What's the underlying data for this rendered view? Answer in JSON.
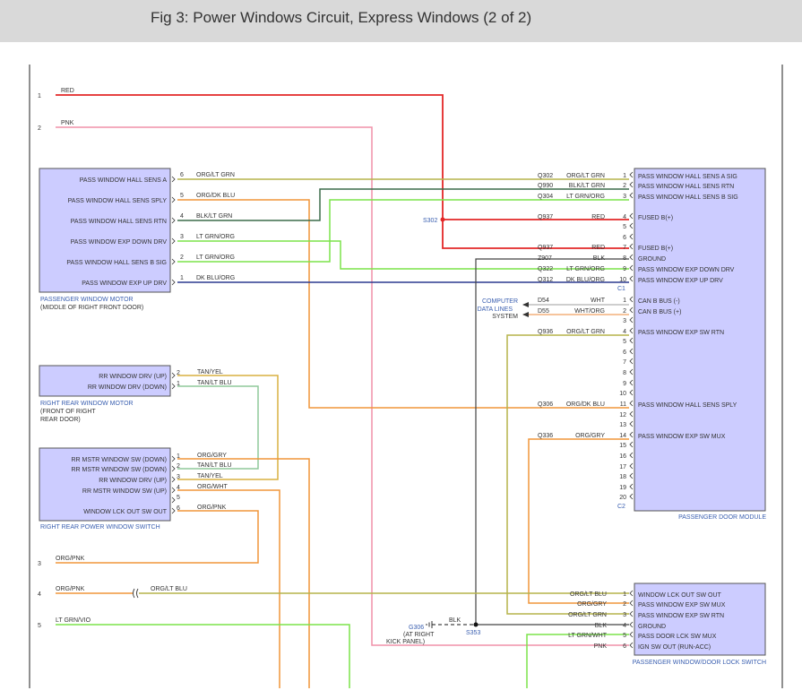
{
  "title": "Fig 3: Power Windows Circuit, Express Windows (2 of 2)",
  "colors": {
    "red": "#e32727",
    "pink": "#f090a8",
    "olive": "#b5b34a",
    "orange": "#f0953a",
    "green": "#7be34a",
    "blue": "#2b3a8f",
    "darkgreen": "#3c6b4a",
    "black": "#222222",
    "lightgreen": "#8fc89a",
    "box": "#ccccff",
    "link": "#3a5fb0"
  },
  "left_feeds": [
    {
      "num": "1",
      "label": "RED"
    },
    {
      "num": "2",
      "label": "PNK"
    },
    {
      "num": "3",
      "label": "ORG/PNK"
    },
    {
      "num": "4",
      "label": "ORG/PNK",
      "label2": "ORG/LT BLU"
    },
    {
      "num": "5",
      "label": "LT GRN/VIO"
    }
  ],
  "pwm": {
    "pins": [
      {
        "label": "PASS WINDOW HALL SENS A",
        "pin": "6",
        "wire": "ORG/LT GRN"
      },
      {
        "label": "PASS WINDOW HALL SENS SPLY",
        "pin": "5",
        "wire": "ORG/DK BLU"
      },
      {
        "label": "PASS WINDOW HALL SENS RTN",
        "pin": "4",
        "wire": "BLK/LT GRN"
      },
      {
        "label": "PASS WINDOW EXP DOWN DRV",
        "pin": "3",
        "wire": "LT GRN/ORG"
      },
      {
        "label": "PASS WINDOW HALL SENS B SIG",
        "pin": "2",
        "wire": "LT GRN/ORG"
      },
      {
        "label": "PASS WINDOW EXP UP DRV",
        "pin": "1",
        "wire": "DK BLU/ORG"
      }
    ],
    "name": "PASSENGER WINDOW MOTOR",
    "sub": "(MIDDLE OF RIGHT FRONT DOOR)"
  },
  "rrm": {
    "pins": [
      {
        "label": "RR WINDOW DRV (UP)",
        "pin": "2",
        "wire": "TAN/YEL"
      },
      {
        "label": "RR WINDOW DRV (DOWN)",
        "pin": "1",
        "wire": "TAN/LT BLU"
      }
    ],
    "name": "RIGHT REAR WINDOW MOTOR",
    "sub1": "(FRONT OF RIGHT",
    "sub2": "REAR DOOR)"
  },
  "rrs": {
    "pins": [
      {
        "label": "RR MSTR WINDOW SW (DOWN)",
        "pin": "1",
        "wire": "ORG/GRY"
      },
      {
        "label": "RR MSTR WINDOW SW (DOWN)",
        "pin": "2",
        "wire": "TAN/LT BLU"
      },
      {
        "label": "RR WINDOW DRV (UP)",
        "pin": "3",
        "wire": "TAN/YEL"
      },
      {
        "label": "RR MSTR WINDOW SW (UP)",
        "pin": "4",
        "wire": "ORG/WHT"
      },
      {
        "label": "",
        "pin": "5",
        "wire": ""
      },
      {
        "label": "WINDOW LCK OUT SW OUT",
        "pin": "6",
        "wire": "ORG/PNK"
      }
    ],
    "name": "RIGHT REAR POWER WINDOW SWITCH"
  },
  "pdm": {
    "c1": [
      {
        "pin": "1",
        "circ": "Q302",
        "wire": "ORG/LT GRN",
        "label": "PASS WINDOW HALL SENS A SIG"
      },
      {
        "pin": "2",
        "circ": "Q990",
        "wire": "BLK/LT GRN",
        "label": "PASS WINDOW HALL SENS RTN"
      },
      {
        "pin": "3",
        "circ": "Q304",
        "wire": "LT GRN/ORG",
        "label": "PASS WINDOW HALL SENS B SIG"
      },
      {
        "pin": "4",
        "circ": "Q937",
        "wire": "RED",
        "label": "FUSED B(+)"
      },
      {
        "pin": "5",
        "circ": "",
        "wire": "",
        "label": ""
      },
      {
        "pin": "6",
        "circ": "",
        "wire": "",
        "label": ""
      },
      {
        "pin": "7",
        "circ": "Q937",
        "wire": "RED",
        "label": "FUSED B(+)"
      },
      {
        "pin": "8",
        "circ": "Z907",
        "wire": "BLK",
        "label": "GROUND"
      },
      {
        "pin": "9",
        "circ": "Q322",
        "wire": "LT GRN/ORG",
        "label": "PASS WINDOW EXP DOWN DRV"
      },
      {
        "pin": "10",
        "circ": "Q312",
        "wire": "DK BLU/ORG",
        "label": "PASS WINDOW EXP UP DRV"
      }
    ],
    "c1_tag": "C1",
    "c2": [
      {
        "pin": "1",
        "circ": "D54",
        "wire": "WHT",
        "label": "CAN B BUS (-)"
      },
      {
        "pin": "2",
        "circ": "D55",
        "wire": "WHT/ORG",
        "label": "CAN B BUS (+)"
      },
      {
        "pin": "3",
        "circ": "",
        "wire": "",
        "label": ""
      },
      {
        "pin": "4",
        "circ": "Q936",
        "wire": "ORG/LT GRN",
        "label": "PASS WINDOW EXP SW RTN"
      },
      {
        "pin": "5",
        "circ": "",
        "wire": "",
        "label": ""
      },
      {
        "pin": "6",
        "circ": "",
        "wire": "",
        "label": ""
      },
      {
        "pin": "7",
        "circ": "",
        "wire": "",
        "label": ""
      },
      {
        "pin": "8",
        "circ": "",
        "wire": "",
        "label": ""
      },
      {
        "pin": "9",
        "circ": "",
        "wire": "",
        "label": ""
      },
      {
        "pin": "10",
        "circ": "",
        "wire": "",
        "label": ""
      },
      {
        "pin": "11",
        "circ": "Q306",
        "wire": "ORG/DK BLU",
        "label": "PASS WINDOW HALL SENS SPLY"
      },
      {
        "pin": "12",
        "circ": "",
        "wire": "",
        "label": ""
      },
      {
        "pin": "13",
        "circ": "",
        "wire": "",
        "label": ""
      },
      {
        "pin": "14",
        "circ": "Q336",
        "wire": "ORG/GRY",
        "label": "PASS WINDOW EXP SW MUX"
      },
      {
        "pin": "15",
        "circ": "",
        "wire": "",
        "label": ""
      },
      {
        "pin": "16",
        "circ": "",
        "wire": "",
        "label": ""
      },
      {
        "pin": "17",
        "circ": "",
        "wire": "",
        "label": ""
      },
      {
        "pin": "18",
        "circ": "",
        "wire": "",
        "label": ""
      },
      {
        "pin": "19",
        "circ": "",
        "wire": "",
        "label": ""
      },
      {
        "pin": "20",
        "circ": "",
        "wire": "",
        "label": ""
      }
    ],
    "c2_tag": "C2",
    "name": "PASSENGER DOOR MODULE"
  },
  "pwls": {
    "pins": [
      {
        "pin": "1",
        "wire": "ORG/LT BLU",
        "label": "WINDOW LCK OUT SW OUT"
      },
      {
        "pin": "2",
        "wire": "ORG/GRY",
        "label": "PASS WINDOW EXP SW MUX"
      },
      {
        "pin": "3",
        "wire": "ORG/LT GRN",
        "label": "PASS WINDOW EXP SW RTN"
      },
      {
        "pin": "4",
        "wire": "BLK",
        "label": "GROUND"
      },
      {
        "pin": "5",
        "wire": "LT GRN/WHT",
        "label": "PASS DOOR LCK SW MUX"
      },
      {
        "pin": "6",
        "wire": "PNK",
        "label": "IGN SW OUT (RUN-ACC)"
      }
    ],
    "name": "PASSENGER WINDOW/DOOR LOCK SWITCH"
  },
  "computer": {
    "l1": "COMPUTER",
    "l2": "DATA LINES",
    "l3": "SYSTEM"
  },
  "splices": {
    "s302": "S302",
    "s353": "S353"
  },
  "ground": {
    "name": "G306",
    "l1": "(AT RIGHT",
    "l2": "KICK PANEL)",
    "wire": "BLK"
  }
}
